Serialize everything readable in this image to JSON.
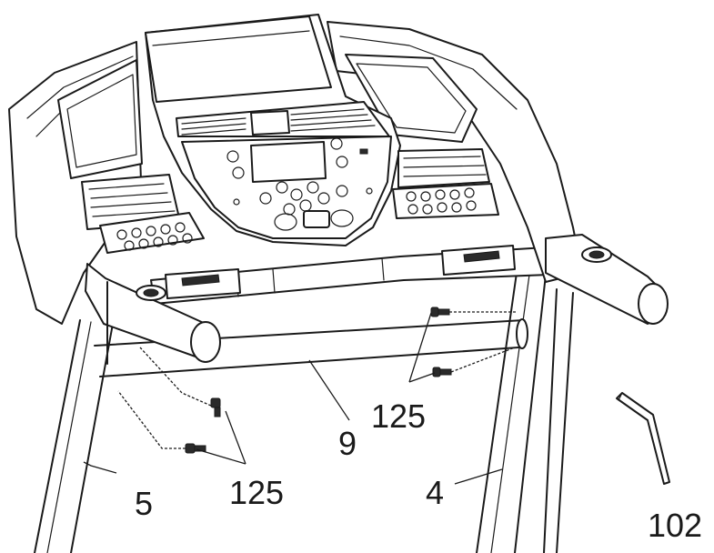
{
  "callouts": {
    "upright_right_number": "4",
    "upright_left_number": "5",
    "crossbar_number": "9",
    "screw_right_number": "125",
    "screw_left_number": "125",
    "wrench_number": "102"
  }
}
